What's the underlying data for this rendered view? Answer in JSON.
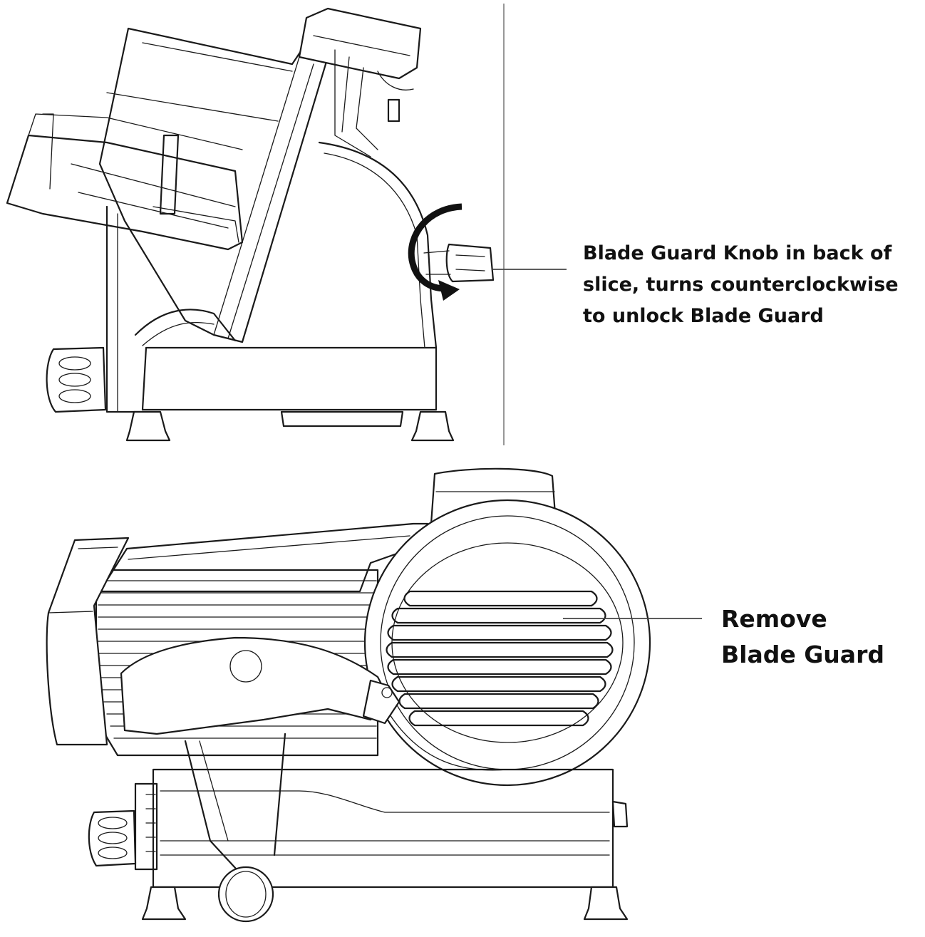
{
  "callouts": {
    "knob": {
      "lines": [
        "Blade Guard Knob in back of",
        "slice, turns counterclockwise",
        "to unlock Blade Guard"
      ]
    },
    "remove": {
      "lines": [
        "Remove",
        "Blade Guard"
      ]
    }
  },
  "colors": {
    "ink": "#1a1a1a",
    "background": "#ffffff"
  },
  "icons": {
    "rotation_arrow": "counterclockwise-arrow-icon"
  }
}
